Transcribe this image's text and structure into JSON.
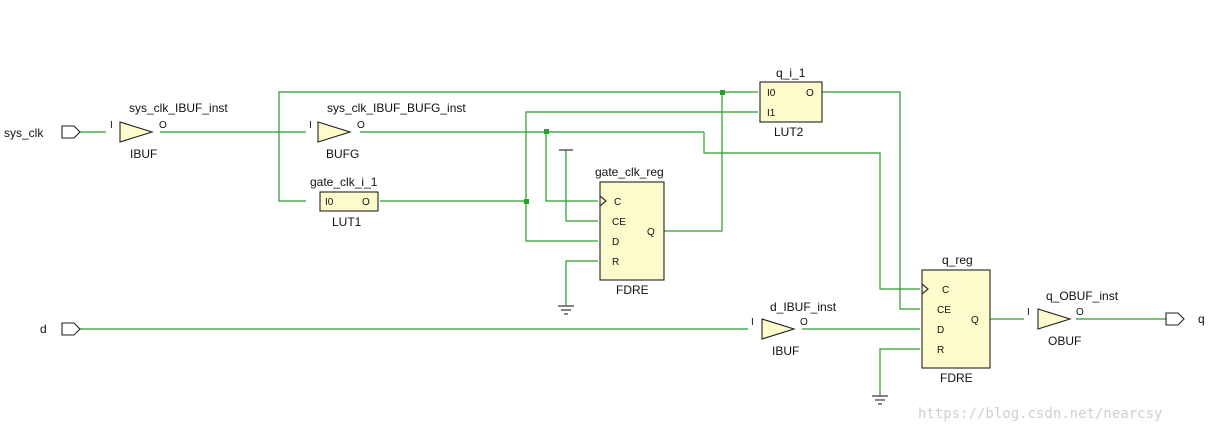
{
  "ports": {
    "sys_clk": "sys_clk",
    "d": "d",
    "q": "q"
  },
  "cells": {
    "sys_clk_ibuf": {
      "inst": "sys_clk_IBUF_inst",
      "type": "IBUF",
      "pin_in": "I",
      "pin_out": "O"
    },
    "bufg": {
      "inst": "sys_clk_IBUF_BUFG_inst",
      "type": "BUFG",
      "pin_in": "I",
      "pin_out": "O"
    },
    "gate_lut1": {
      "inst": "gate_clk_i_1",
      "type": "LUT1",
      "pin_in": "I0",
      "pin_out": "O"
    },
    "lut2": {
      "inst": "q_i_1",
      "type": "LUT2",
      "pin_i0": "I0",
      "pin_i1": "I1",
      "pin_out": "O"
    },
    "gate_reg": {
      "inst": "gate_clk_reg",
      "type": "FDRE",
      "pin_c": "C",
      "pin_ce": "CE",
      "pin_d": "D",
      "pin_r": "R",
      "pin_q": "Q"
    },
    "q_reg": {
      "inst": "q_reg",
      "type": "FDRE",
      "pin_c": "C",
      "pin_ce": "CE",
      "pin_d": "D",
      "pin_r": "R",
      "pin_q": "Q"
    },
    "d_ibuf": {
      "inst": "d_IBUF_inst",
      "type": "IBUF",
      "pin_in": "I",
      "pin_out": "O"
    },
    "q_obuf": {
      "inst": "q_OBUF_inst",
      "type": "OBUF",
      "pin_in": "I",
      "pin_out": "O"
    }
  },
  "watermark": "https://blog.csdn.net/nearcsy",
  "colors": {
    "wire": "#2a9d2a",
    "cell_fill": "#fdfbcc",
    "outline": "#222222",
    "watermark": "#cfcfcf"
  }
}
